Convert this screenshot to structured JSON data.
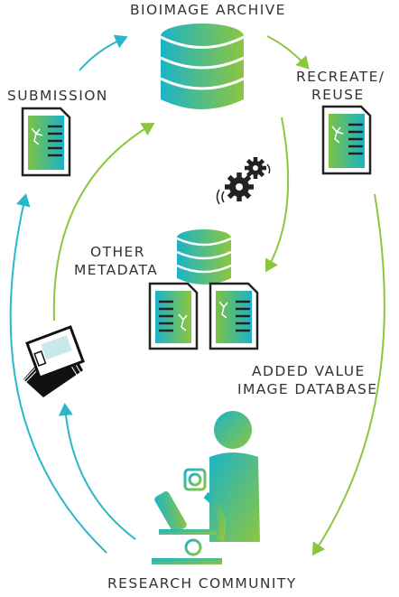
{
  "labels": {
    "bioimage_archive": "BIOIMAGE ARCHIVE",
    "submission": "SUBMISSION",
    "recreate_reuse_1": "RECREATE/",
    "recreate_reuse_2": "REUSE",
    "other_metadata_1": "OTHER",
    "other_metadata_2": "METADATA",
    "added_value_1": "ADDED VALUE",
    "added_value_2": "IMAGE DATABASE",
    "research_community": "RESEARCH COMMUNITY"
  },
  "colors": {
    "teal": "#1bb3c9",
    "green": "#8dc63f",
    "dark": "#222222",
    "arrow_teal": "#2ab7c8",
    "arrow_green": "#8cc63f"
  },
  "icons": [
    "database-icon",
    "document-icon",
    "gears-icon",
    "journal-icon",
    "scientist-microscope-icon"
  ]
}
